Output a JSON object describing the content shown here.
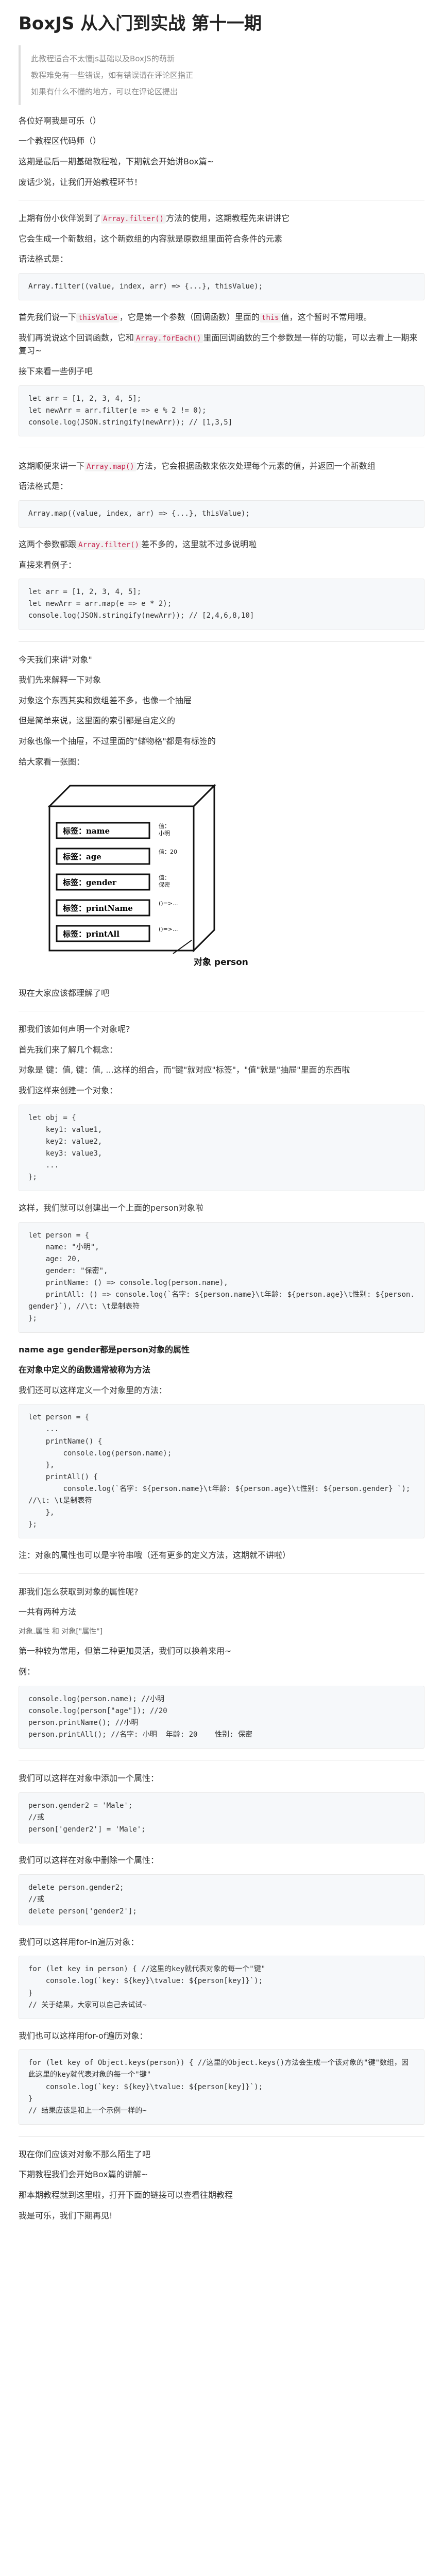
{
  "title": "BoxJS 从入门到实战 第十一期",
  "quote": [
    "此教程适合不太懂js基础以及BoxJS的萌新",
    "教程难免有一些错误，如有错误请在评论区指正",
    "如果有什么不懂的地方，可以在评论区提出"
  ],
  "intro": [
    "各位好啊我是可乐（）",
    "一个教程区代码师（）",
    "这期是最后一期基础教程啦，下期就会开始讲Box篇~",
    "废话少说，让我们开始教程环节！"
  ],
  "filter": {
    "p1a": "上期有份小伙伴说到了",
    "p1code": "Array.filter()",
    "p1b": "方法的使用，这期教程先来讲讲它",
    "p2": "它会生成一个新数组，这个新数组的内容就是原数组里面符合条件的元素",
    "syntax_label": "语法格式是：",
    "syntax": "Array.filter((value, index, arr) => {...}, thisValue);",
    "p3a": "首先我们说一下",
    "p3code1": "thisValue",
    "p3b": "，它是第一个参数（回调函数）里面的",
    "p3code2": "this",
    "p3c": "值，这个暂时不常用哦。",
    "p4a": "我们再说说这个回调函数，它和",
    "p4code": "Array.forEach()",
    "p4b": "里面回调函数的三个参数是一样的功能，可以去看上一期来复习~",
    "p5": "接下来看一些例子吧",
    "ex1": "let arr = [1, 2, 3, 4, 5];\nlet newArr = arr.filter(e => e % 2 != 0);\nconsole.log(JSON.stringify(newArr)); // [1,3,5]"
  },
  "map": {
    "p1a": "这期顺便来讲一下",
    "p1code": "Array.map()",
    "p1b": "方法，它会根据函数来依次处理每个元素的值，并返回一个新数组",
    "syntax_label": "语法格式是：",
    "syntax": "Array.map((value, index, arr) => {...}, thisValue);",
    "p2a": "这两个参数都跟",
    "p2code": "Array.filter()",
    "p2b": "差不多的，这里就不过多说明啦",
    "p3": "直接来看例子：",
    "ex1": "let arr = [1, 2, 3, 4, 5];\nlet newArr = arr.map(e => e * 2);\nconsole.log(JSON.stringify(newArr)); // [2,4,6,8,10]"
  },
  "object": {
    "p1": "今天我们来讲\"对象\"",
    "p2": "我们先来解释一下对象",
    "p3": "对象这个东西其实和数组差不多，也像一个抽屉",
    "p4": "但是简单来说，这里面的索引都是自定义的",
    "p5": "对象也像一个抽屉，不过里面的\"储物格\"都是有标签的",
    "p6": "给大家看一张图：",
    "diagram": {
      "labels": [
        "标签：name",
        "标签：age",
        "标签：gender",
        "标签：printName",
        "标签：printAll"
      ],
      "values": [
        "值：\n小明",
        "值：20",
        "值：\n保密",
        "()=>...",
        "()=>..."
      ],
      "caption": "对象 person"
    },
    "p7": "现在大家应该都理解了吧",
    "p8": "那我们该如何声明一个对象呢?",
    "p9": "首先我们来了解几个概念：",
    "p10": "对象是 键：值, 键：值, ...这样的组合，而\"键\"就对应\"标签\"，\"值\"就是\"抽屉\"里面的东西啦",
    "p11": "我们这样来创建一个对象：",
    "ex1": "let obj = {\n    key1: value1,\n    key2: value2,\n    key3: value3,\n    ...\n};",
    "p12": "这样，我们就可以创建出一个上面的person对象啦",
    "ex2": "let person = {\n    name: \"小明\",\n    age: 20,\n    gender: \"保密\",\n    printName: () => console.log(person.name),\n    printAll: () => console.log(`名字: ${person.name}\\t年龄: ${person.age}\\t性别: ${person.gender}`), //\\t: \\t是制表符\n};",
    "h1": "name age gender都是person对象的属性",
    "h2": "在对象中定义的函数通常被称为方法",
    "p13": "我们还可以这样定义一个对象里的方法：",
    "ex3": "let person = {\n    ...\n    printName() {\n        console.log(person.name);\n    },\n    printAll() {\n        console.log(`名字: ${person.name}\\t年龄: ${person.age}\\t性别: ${person.gender} `); //\\t: \\t是制表符\n    },\n};",
    "p14": "注：对象的属性也可以是字符串哦（还有更多的定义方法，这期就不讲啦）"
  },
  "access": {
    "p1": "那我们怎么获取到对象的属性呢?",
    "p2": "一共有两种方法",
    "p3": "对象.属性 和 对象[\"属性\"]",
    "p4": "第一种较为常用，但第二种更加灵活，我们可以换着来用~",
    "p5": "例：",
    "ex1": "console.log(person.name); //小明\nconsole.log(person[\"age\"]); //20\nperson.printName(); //小明\nperson.printAll(); //名字: 小明  年龄: 20    性别: 保密",
    "p6": "我们可以这样在对象中添加一个属性：",
    "ex2": "person.gender2 = 'Male';\n//或\nperson['gender2'] = 'Male';",
    "p7": "我们可以这样在对象中删除一个属性：",
    "ex3": "delete person.gender2;\n//或\ndelete person['gender2'];",
    "p8": "我们可以这样用for-in遍历对象：",
    "ex4": "for (let key in person) { //这里的key就代表对象的每一个\"键\"\n    console.log(`key: ${key}\\tvalue: ${person[key]}`);\n}\n// 关于结果，大家可以自己去试试~",
    "p9": "我们也可以这样用for-of遍历对象：",
    "ex5": "for (let key of Object.keys(person)) { //这里的Object.keys()方法会生成一个该对象的\"键\"数组，因此这里的key就代表对象的每一个\"键\"\n    console.log(`key: ${key}\\tvalue: ${person[key]}`);\n}\n// 结果应该是和上一个示例一样的~"
  },
  "outro": [
    "现在你们应该对对象不那么陌生了吧",
    "下期教程我们会开始Box篇的讲解~",
    "那本期教程就到这里啦，打开下面的链接可以查看往期教程",
    "我是可乐，我们下期再见!"
  ]
}
